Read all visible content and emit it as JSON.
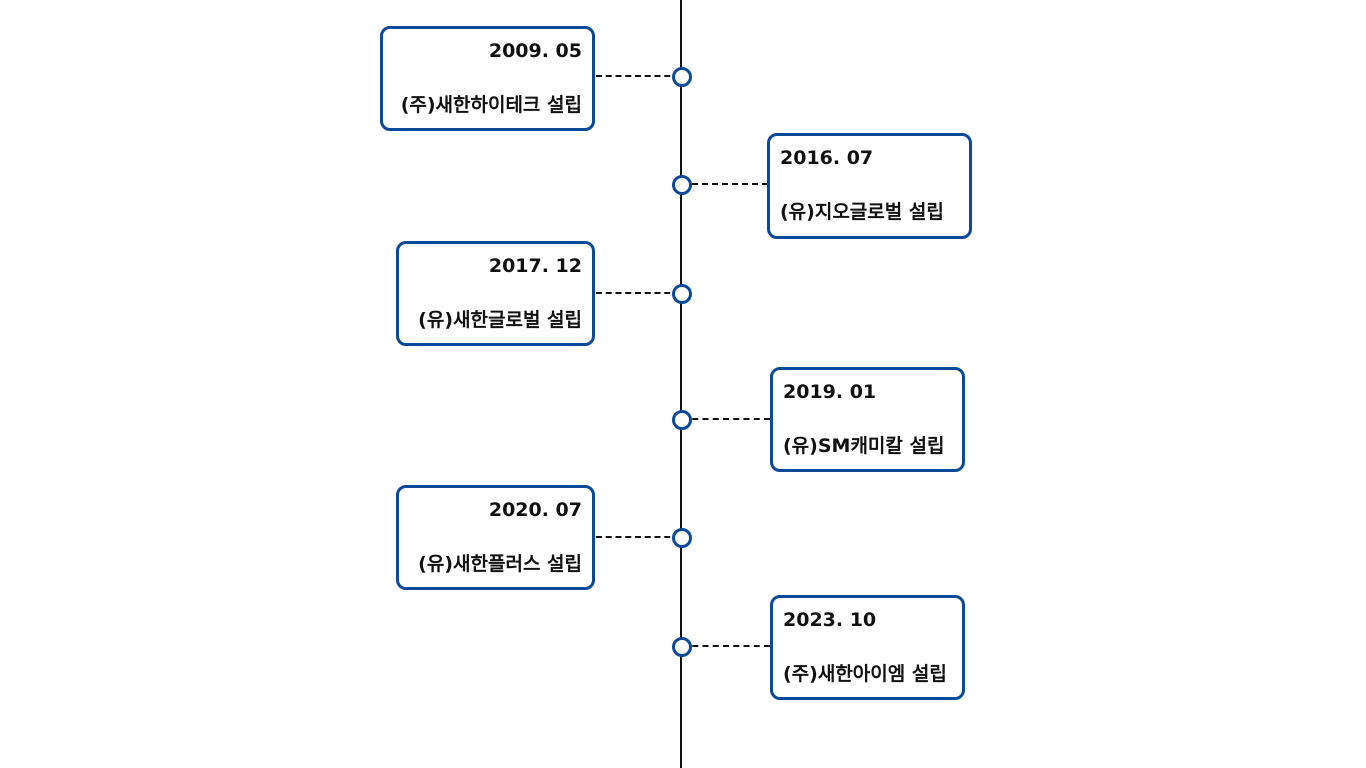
{
  "timeline": {
    "events": [
      {
        "date": "2009. 05",
        "description": "(주)새한하이테크 설립"
      },
      {
        "date": "2016. 07",
        "description": "(유)지오글로벌 설립"
      },
      {
        "date": "2017. 12",
        "description": "(유)새한글로벌 설립"
      },
      {
        "date": "2019. 01",
        "description": "(유)SM캐미칼 설립"
      },
      {
        "date": "2020. 07",
        "description": "(유)새한플러스 설립"
      },
      {
        "date": "2023. 10",
        "description": "(주)새한아이엠 설립"
      }
    ]
  },
  "colors": {
    "accent": "#0b4a9a",
    "line": "#111111",
    "text": "#111111"
  }
}
